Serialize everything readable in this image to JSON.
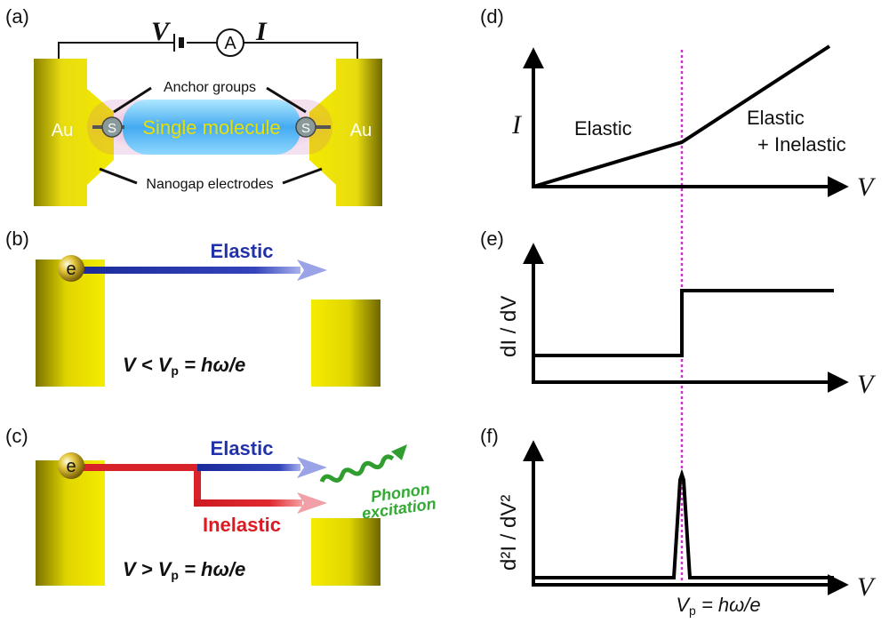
{
  "panels": {
    "a": {
      "label": "(a)",
      "voltage_symbol": "V",
      "current_symbol": "I",
      "ammeter_symbol": "A",
      "electrode_left": "Au",
      "electrode_right": "Au",
      "molecule": "Single molecule",
      "anchor_left": "S",
      "anchor_right": "S",
      "anchor_groups": "Anchor groups",
      "nanogap_electrodes": "Nanogap electrodes"
    },
    "b": {
      "label": "(b)",
      "electron": "e",
      "elastic": "Elastic",
      "condition_lhs": "V < V",
      "condition_sub": "p",
      "condition_rhs": " = hω/e"
    },
    "c": {
      "label": "(c)",
      "electron": "e",
      "elastic": "Elastic",
      "inelastic": "Inelastic",
      "phonon_line1": "Phonon",
      "phonon_line2": "excitation",
      "condition_lhs": "V > V",
      "condition_sub": "p",
      "condition_rhs": " = hω/e"
    },
    "d": {
      "label": "(d)",
      "y_axis": "I",
      "x_axis": "V",
      "region_left": "Elastic",
      "region_right_line1": "Elastic",
      "region_right_line2": "+ Inelastic"
    },
    "e": {
      "label": "(e)",
      "y_axis": "dI / dV",
      "x_axis": "V"
    },
    "f": {
      "label": "(f)",
      "y_axis": "d²I / dV²",
      "x_axis": "V",
      "threshold_label": "V",
      "threshold_sub": "p",
      "threshold_rhs": " = hω/e"
    }
  },
  "colors": {
    "gold": "#e6d800",
    "elastic_blue": "#2233aa",
    "inelastic_red": "#dd1a22",
    "phonon_green": "#33aa33",
    "threshold_magenta": "#cc33cc"
  }
}
